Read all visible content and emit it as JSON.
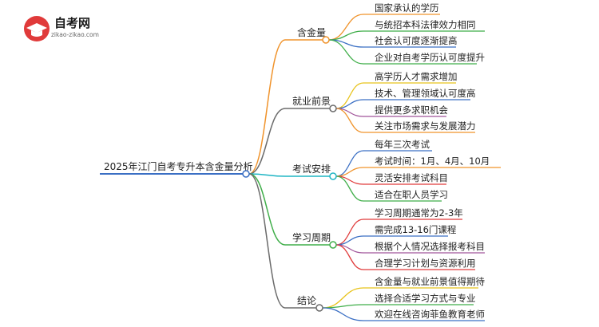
{
  "logo": {
    "title": "自考网",
    "url": "zikao-zikao.com"
  },
  "root": {
    "label": "2025年江门自考专升本含金量分析",
    "color": "#3a6fc4"
  },
  "branches": [
    {
      "label": "含金量",
      "color": "#f0932b",
      "leaves": [
        {
          "label": "国家承认的学历",
          "color": "#f0932b"
        },
        {
          "label": "与统招本科法律效力相同",
          "color": "#3fae49"
        },
        {
          "label": "社会认可度逐渐提高",
          "color": "#3a6fc4"
        },
        {
          "label": "企业对自考学历认可度提升",
          "color": "#3fae49"
        }
      ]
    },
    {
      "label": "就业前景",
      "color": "#6b6b6b",
      "leaves": [
        {
          "label": "高学历人才需求增加",
          "color": "#e8c31a"
        },
        {
          "label": "技术、管理领域认可度高",
          "color": "#3a6fc4"
        },
        {
          "label": "提供更多求职机会",
          "color": "#a0549a"
        },
        {
          "label": "关注市场需求与发展潜力",
          "color": "#f0932b"
        }
      ]
    },
    {
      "label": "考试安排",
      "color": "#1fb5c4",
      "leaves": [
        {
          "label": "每年三次考试",
          "color": "#3a6fc4"
        },
        {
          "label": "考试时间：1月、4月、10月",
          "color": "#f0932b"
        },
        {
          "label": "灵活安排考试科目",
          "color": "#e03a3a"
        },
        {
          "label": "适合在职人员学习",
          "color": "#3fae49"
        }
      ]
    },
    {
      "label": "学习周期",
      "color": "#3fae49",
      "leaves": [
        {
          "label": "学习周期通常为2-3年",
          "color": "#e03a3a"
        },
        {
          "label": "需完成13-16门课程",
          "color": "#3a6fc4"
        },
        {
          "label": "根据个人情况选择报考科目",
          "color": "#a0549a"
        },
        {
          "label": "合理学习计划与资源利用",
          "color": "#e03a3a"
        }
      ]
    },
    {
      "label": "结论",
      "color": "#6b6b6b",
      "leaves": [
        {
          "label": "含金量与就业前景值得期待",
          "color": "#e8c31a"
        },
        {
          "label": "选择合适学习方式与专业",
          "color": "#3fae49"
        },
        {
          "label": "欢迎在线咨询菲鱼教育老师",
          "color": "#3a6fc4"
        }
      ]
    }
  ]
}
